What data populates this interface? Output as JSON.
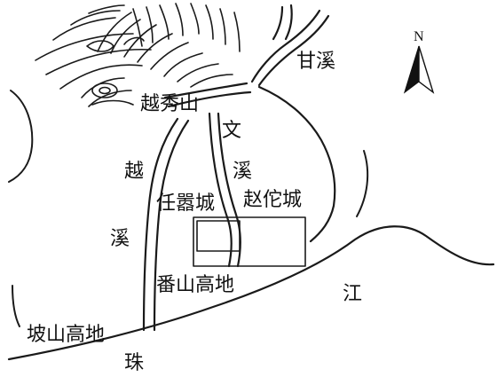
{
  "compass": {
    "north": "N"
  },
  "labels": {
    "ganxi": "甘溪",
    "yuexiushan": "越秀山",
    "wen": "文",
    "xi_wenxi": "溪",
    "yue": "越",
    "xi_yuexi": "溪",
    "renxiaocheng": "任嚣城",
    "zhaotuocheng": "赵佗城",
    "panshan": "番山高地",
    "poshan": "坡山高地",
    "jiang": "江",
    "zhu": "珠"
  },
  "colors": {
    "ink": "#1a1a1a",
    "background": "#ffffff"
  }
}
